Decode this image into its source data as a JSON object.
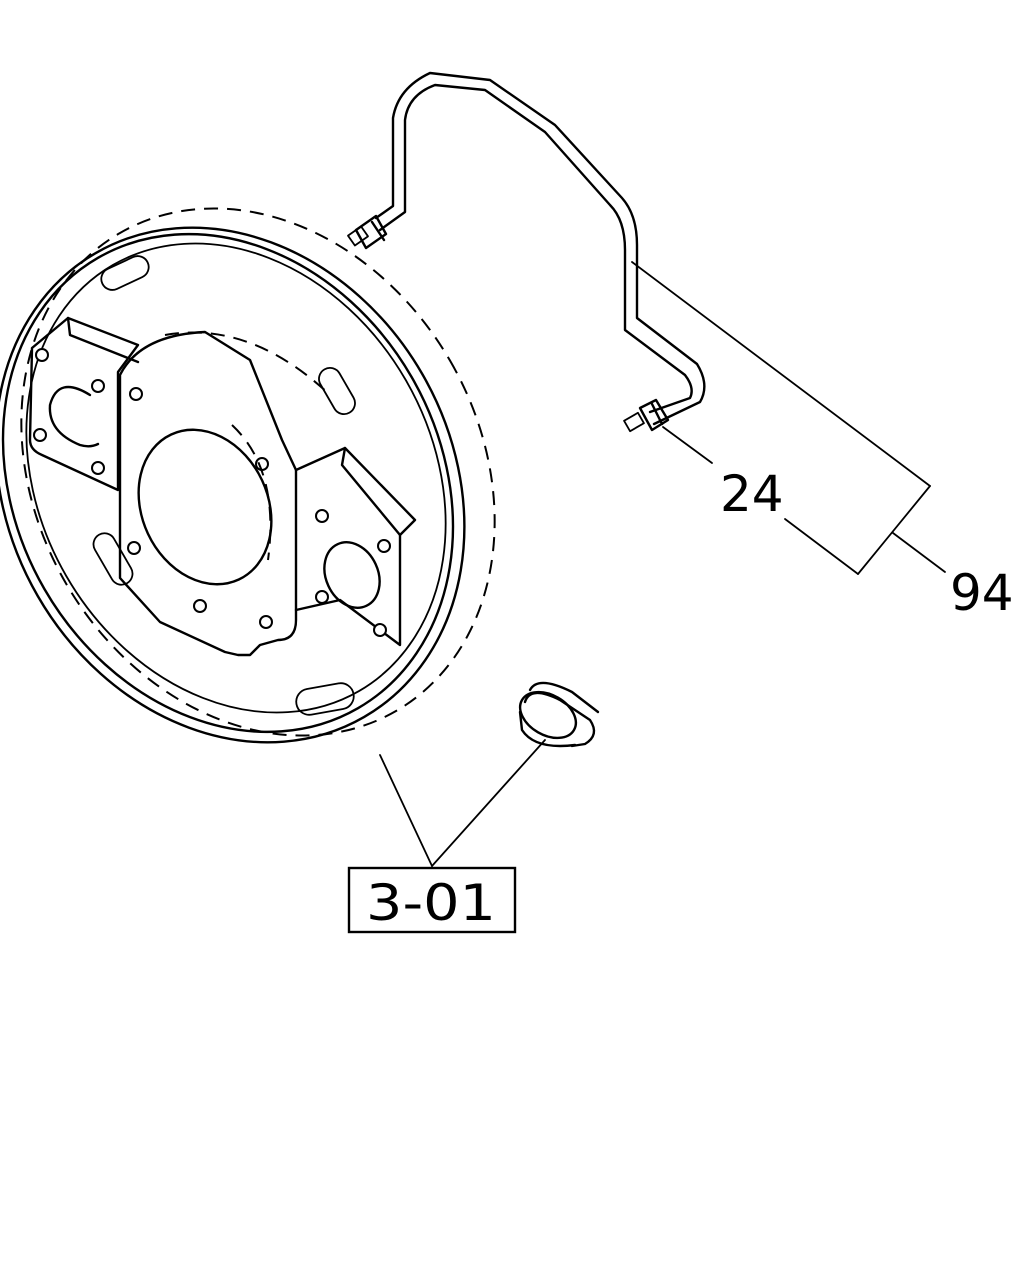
{
  "callouts": {
    "pipe": "24",
    "pipe_assembly": "94",
    "backing_plate_group": "3-01"
  }
}
